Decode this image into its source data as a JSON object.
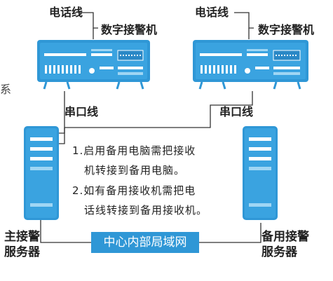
{
  "colors": {
    "device_blue": "#2f97d6",
    "device_light": "#6cc0ee",
    "network_label_bg": "#2f97d6",
    "line": "#333333"
  },
  "labels": {
    "phone_line_left": "电话线",
    "receiver_left": "数字接警机",
    "phone_line_right": "电话线",
    "receiver_right": "数字接警机",
    "serial_line_left": "串口线",
    "serial_line_right": "串口线",
    "main_server_line1": "主接警",
    "main_server_line2": "服务器",
    "backup_server_line1": "备用接警",
    "backup_server_line2": "服务器",
    "network": "中心内部局域网",
    "edge_fragment": "系"
  },
  "notes": [
    "1.启用备用电脑需把接收",
    "机转接到备用电脑。",
    "2.如有备用接收机需把电",
    "话线转接到备用接收机。"
  ]
}
